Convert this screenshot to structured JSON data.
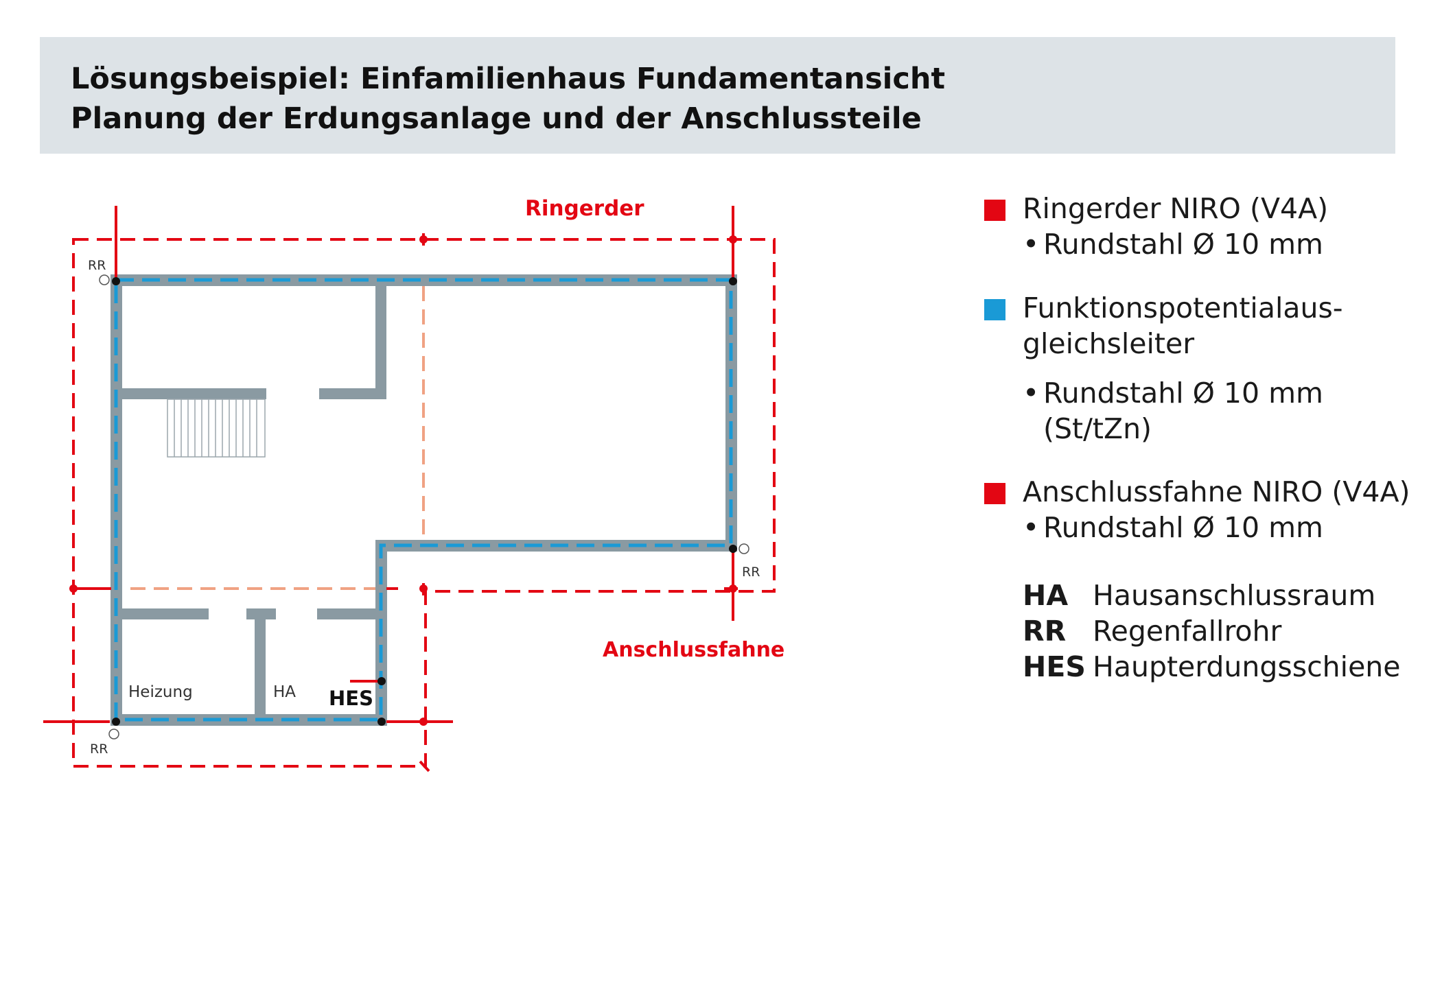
{
  "header": {
    "title_line1": "Lösungsbeispiel: Einfamilienhaus Fundamentansicht",
    "title_line2": "Planung der Erdungsanlage und der Anschlussteile"
  },
  "diagram": {
    "label_ringerder": "Ringerder",
    "label_anschlussfahne": "Anschlussfahne",
    "room_heizung": "Heizung",
    "room_ha": "HA",
    "label_hes": "HES",
    "rr_label": "RR"
  },
  "legend": {
    "ring": {
      "title": "Ringerder NIRO (V4A)",
      "bullet": "Rundstahl Ø 10 mm"
    },
    "func": {
      "title_line1": "Funktionspotentialaus-",
      "title_line2": "gleichsleiter",
      "bullet": "Rundstahl Ø 10 mm",
      "bullet_cont": "(St/tZn)"
    },
    "fahne": {
      "title": "Anschlussfahne NIRO (V4A)",
      "bullet": "Rundstahl Ø 10 mm"
    },
    "abbreviations": [
      {
        "key": "HA",
        "value": "Hausanschlussraum"
      },
      {
        "key": "RR",
        "value": "Regenfallrohr"
      },
      {
        "key": "HES",
        "value": "Haupterdungsschiene"
      }
    ]
  },
  "colors": {
    "red": "#e30613",
    "blue": "#1a9ad6",
    "wall": "#8a9aa2",
    "salmon": "#f0a283",
    "header_bg": "#dde3e7"
  }
}
